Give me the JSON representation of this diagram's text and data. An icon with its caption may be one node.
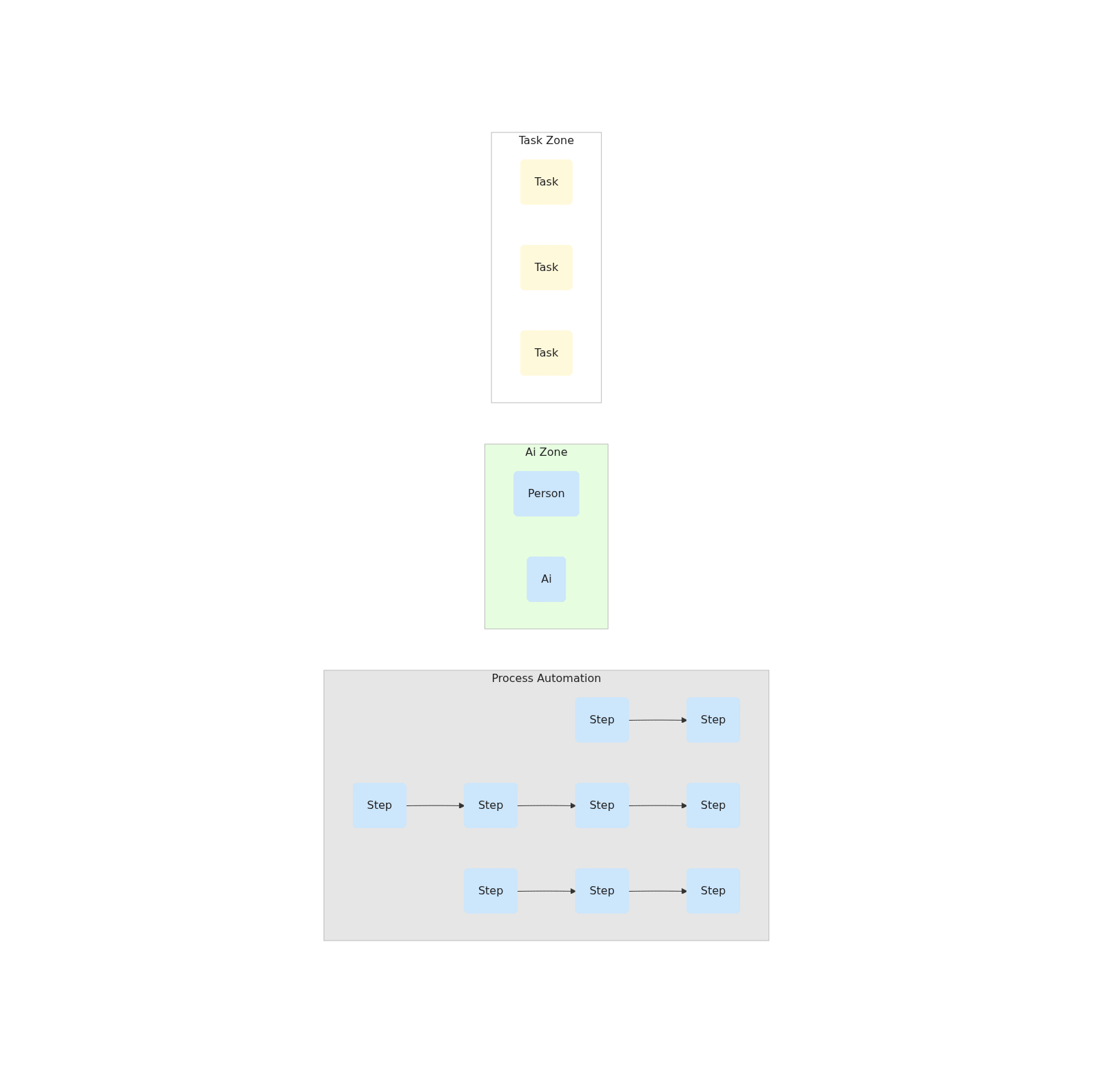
{
  "diagram": {
    "nodes": [
      {
        "text": [
          "Task Zone"
        ]
      },
      {
        "text": [
          "Task"
        ],
        "in": 0
      },
      {
        "text": [
          "Task"
        ],
        "in": 0
      },
      {
        "text": [
          "Task"
        ],
        "in": 0
      },
      {
        "text": [
          "Ai Zone"
        ]
      },
      {
        "text": [
          "Person"
        ],
        "in": 4
      },
      {
        "text": [
          "Ai"
        ],
        "in": 4
      },
      {
        "text": [
          "Process Automation"
        ]
      },
      {
        "text": [
          "Step"
        ],
        "in": 7
      },
      {
        "text": [
          "Step"
        ],
        "in": 7
      },
      {
        "text": [
          "Step"
        ],
        "in": 7
      },
      {
        "text": [
          "Step"
        ],
        "in": 7
      },
      {
        "text": [
          "Step"
        ],
        "in": 7
      },
      {
        "text": [
          "Step"
        ],
        "in": 7
      },
      {
        "text": [
          "Step"
        ],
        "in": 7
      },
      {
        "text": [
          "Step"
        ],
        "in": 7
      },
      {
        "text": [
          "Step"
        ],
        "in": 7
      }
    ],
    "edges": [
      {
        "from": 8,
        "to": 9,
        "arrow": "to"
      },
      {
        "from": 10,
        "to": 11,
        "arrow": "to"
      },
      {
        "from": 11,
        "to": 12,
        "arrow": "to"
      },
      {
        "from": 12,
        "to": 13,
        "arrow": "to"
      },
      {
        "from": 14,
        "to": 15,
        "arrow": "to"
      },
      {
        "from": 15,
        "to": 16,
        "arrow": "to"
      }
    ]
  }
}
